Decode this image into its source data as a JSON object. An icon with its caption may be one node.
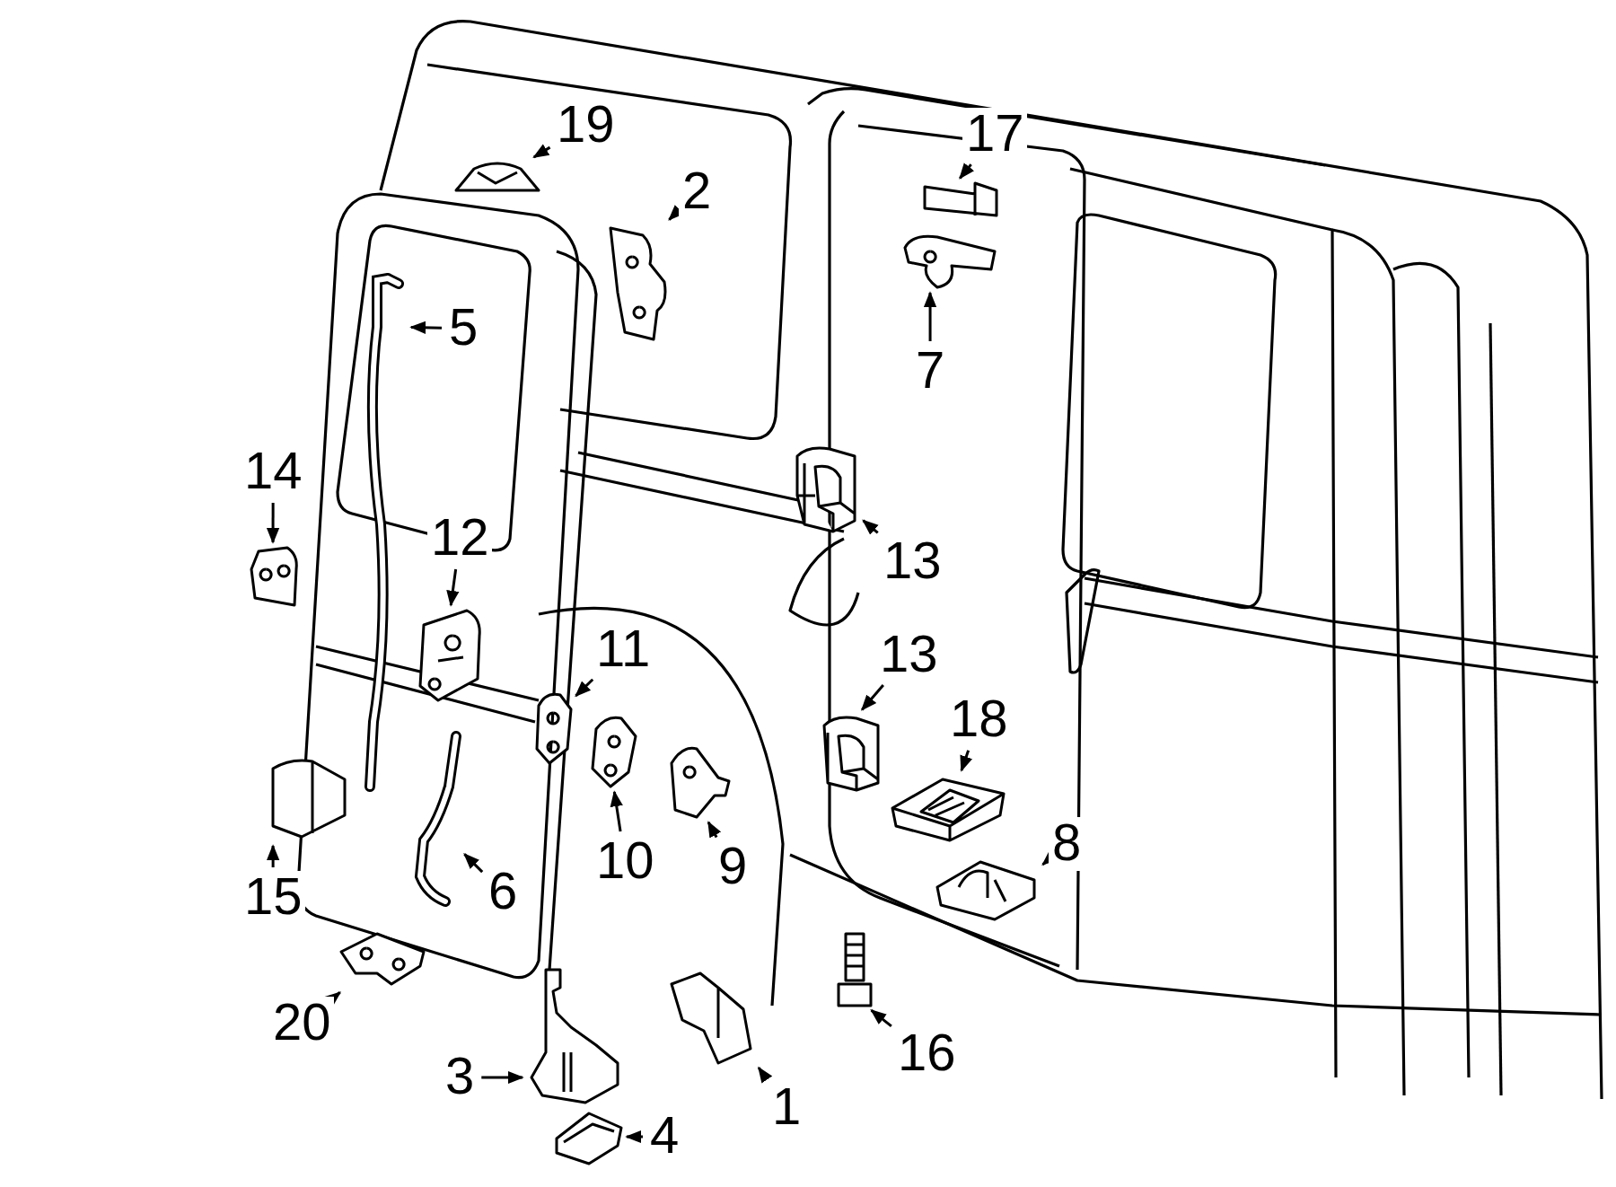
{
  "diagram": {
    "nodes": [
      {
        "text": [
          "19"
        ]
      },
      {
        "text": [],
        "shape": "picture"
      },
      {
        "text": [
          "2"
        ]
      },
      {
        "text": [],
        "shape": "picture"
      },
      {
        "text": [
          "17"
        ]
      },
      {
        "text": [],
        "shape": "picture"
      },
      {
        "text": [
          "7"
        ]
      },
      {
        "text": [],
        "shape": "picture"
      },
      {
        "text": [
          "5"
        ]
      },
      {
        "text": [],
        "shape": "picture"
      },
      {
        "text": [
          "14"
        ]
      },
      {
        "text": [],
        "shape": "picture"
      },
      {
        "text": [
          "12"
        ]
      },
      {
        "text": [],
        "shape": "picture"
      },
      {
        "text": [
          "13"
        ]
      },
      {
        "text": [],
        "shape": "picture"
      },
      {
        "text": [
          "13"
        ]
      },
      {
        "text": [],
        "shape": "picture"
      },
      {
        "text": [
          "11"
        ]
      },
      {
        "text": [],
        "shape": "picture"
      },
      {
        "text": [
          "18"
        ]
      },
      {
        "text": [],
        "shape": "picture"
      },
      {
        "text": [
          "8"
        ]
      },
      {
        "text": [],
        "shape": "picture"
      },
      {
        "text": [
          "10"
        ]
      },
      {
        "text": [],
        "shape": "picture"
      },
      {
        "text": [
          "9"
        ]
      },
      {
        "text": [],
        "shape": "picture"
      },
      {
        "text": [
          "6"
        ]
      },
      {
        "text": [],
        "shape": "picture"
      },
      {
        "text": [
          "15"
        ]
      },
      {
        "text": [],
        "shape": "picture"
      },
      {
        "text": [
          "20"
        ]
      },
      {
        "text": [],
        "shape": "picture"
      },
      {
        "text": [
          "3"
        ]
      },
      {
        "text": [],
        "shape": "picture"
      },
      {
        "text": [
          "4"
        ]
      },
      {
        "text": [],
        "shape": "picture"
      },
      {
        "text": [
          "1"
        ]
      },
      {
        "text": [],
        "shape": "picture"
      },
      {
        "text": [
          "16"
        ]
      },
      {
        "text": [],
        "shape": "picture"
      }
    ],
    "edges": [
      {
        "from": 0,
        "to": 1,
        "arrow": "to"
      },
      {
        "from": 2,
        "to": 3,
        "arrow": "to"
      },
      {
        "from": 4,
        "to": 5,
        "arrow": "to"
      },
      {
        "from": 6,
        "to": 7,
        "arrow": "to"
      },
      {
        "from": 8,
        "to": 9,
        "arrow": "to"
      },
      {
        "from": 10,
        "to": 11,
        "arrow": "to"
      },
      {
        "from": 12,
        "to": 13,
        "arrow": "to"
      },
      {
        "from": 14,
        "to": 15,
        "arrow": "to"
      },
      {
        "from": 16,
        "to": 17,
        "arrow": "to"
      },
      {
        "from": 18,
        "to": 19,
        "arrow": "to"
      },
      {
        "from": 20,
        "to": 21,
        "arrow": "to"
      },
      {
        "from": 22,
        "to": 23,
        "arrow": "to"
      },
      {
        "from": 24,
        "to": 25,
        "arrow": "to"
      },
      {
        "from": 26,
        "to": 27,
        "arrow": "to"
      },
      {
        "from": 28,
        "to": 29,
        "arrow": "to"
      },
      {
        "from": 30,
        "to": 31,
        "arrow": "to"
      },
      {
        "from": 32,
        "to": 33,
        "arrow": "to"
      },
      {
        "from": 34,
        "to": 35,
        "arrow": "to"
      },
      {
        "from": 36,
        "to": 37,
        "arrow": "to"
      },
      {
        "from": 38,
        "to": 39,
        "arrow": "to"
      },
      {
        "from": 40,
        "to": 41,
        "arrow": "to"
      }
    ]
  }
}
